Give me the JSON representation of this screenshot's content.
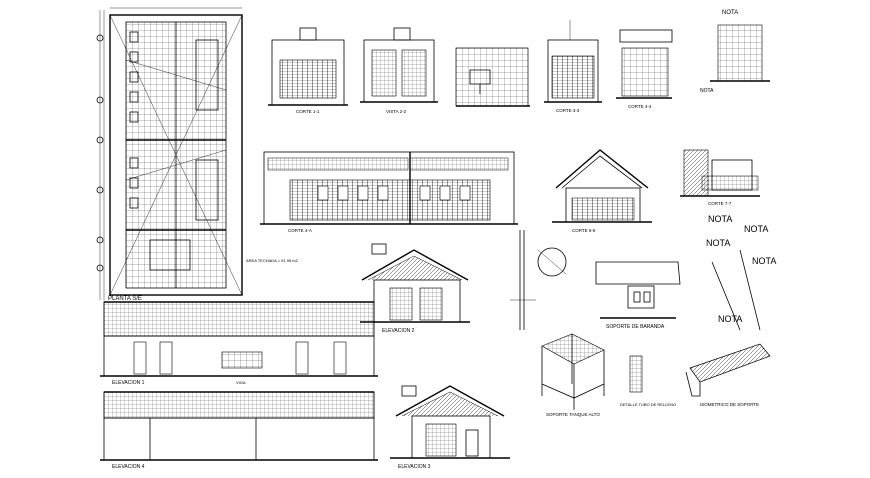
{
  "sheet": {
    "labels": {
      "planta": "PLANTA S/E",
      "area": "AREA TECHADA = 91.95 m2",
      "corte1": "CORTE 1-1",
      "vista2": "VISTA 2-2",
      "corte3": "CORTE 3-3",
      "corte4": "CORTE 4-4",
      "corte4a": "CORTE 4-A",
      "corte5": "CORTE 5-5",
      "corte7": "CORTE 7-7",
      "elevacion1": "ELEVACION 1",
      "elevacion2": "ELEVACION 2",
      "elevacion3": "ELEVACION 3",
      "elevacion4": "ELEVACION 4",
      "soporte_baranda": "SOPORTE DE BARANDA",
      "soporte_tanque": "SOPORTE TANQUE ALTO",
      "detalle_tubo": "DETALLE TUBO DE RELLENO",
      "isometrico": "ISOMETRICO DE SOPORTE",
      "nota": "NOTA",
      "viga": "VIGA"
    }
  }
}
